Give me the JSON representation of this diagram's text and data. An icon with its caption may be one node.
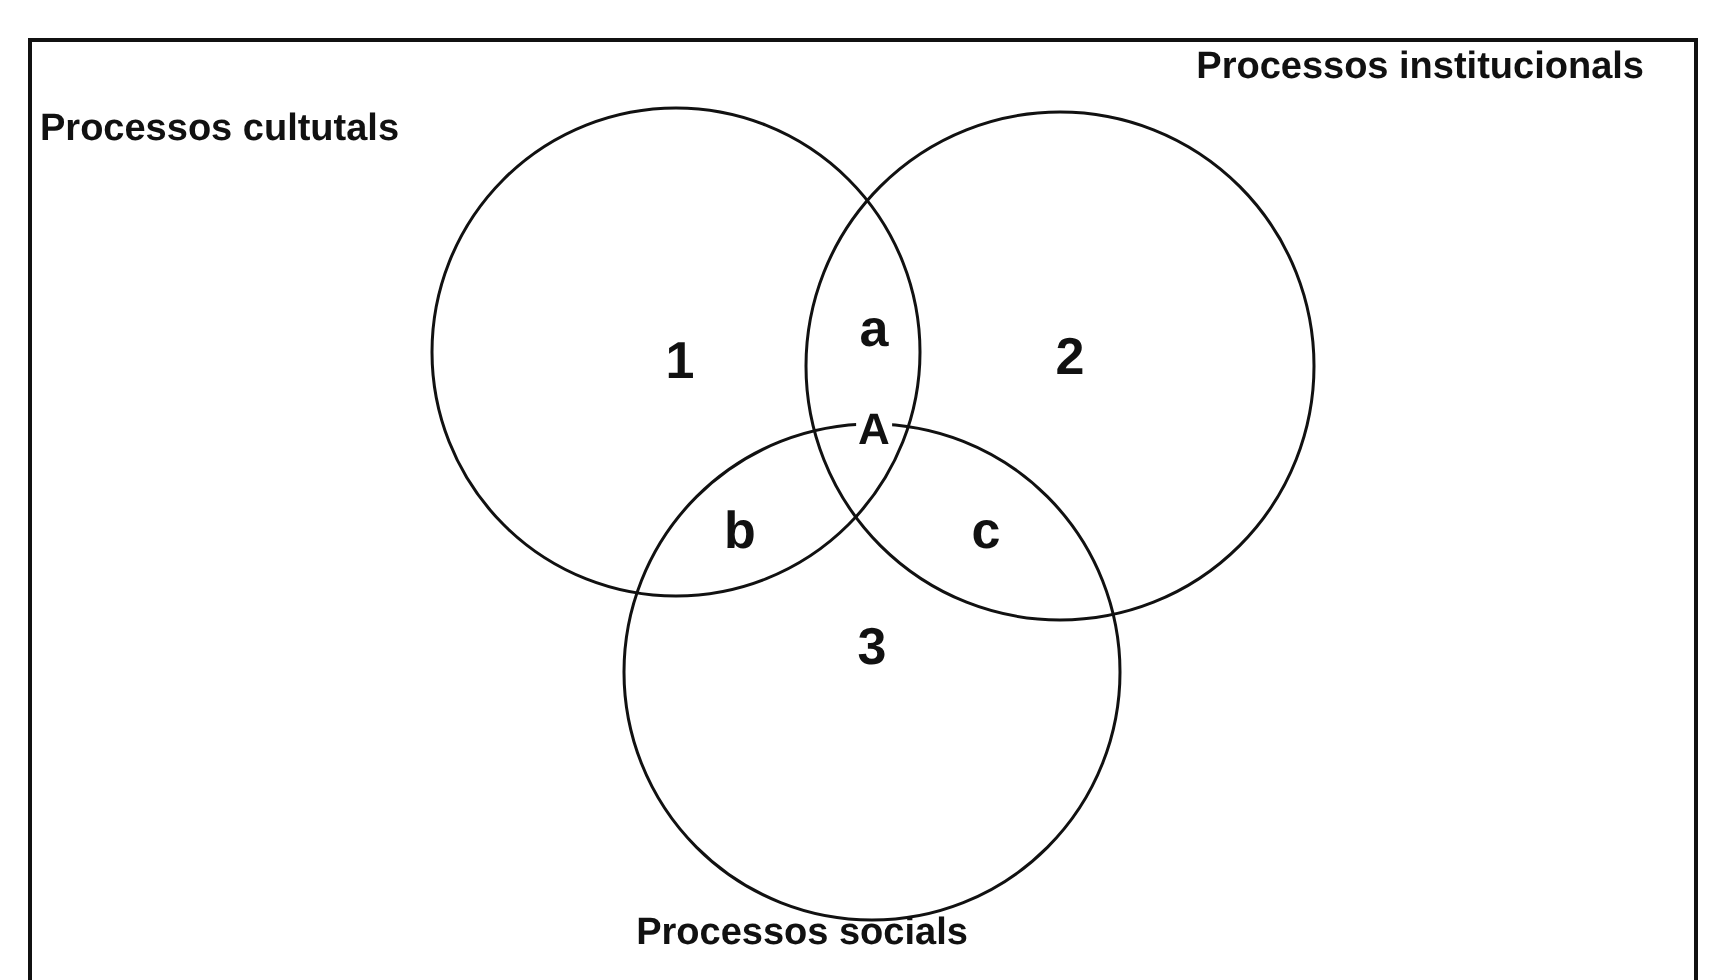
{
  "diagram": {
    "nodes": [
      {
        "text": [
          "Processos cultutals",
          "1"
        ]
      },
      {
        "text": [
          "Processos institucionals",
          "2"
        ]
      },
      {
        "text": [
          "3",
          "Processos socials"
        ]
      }
    ],
    "labels": [
      "a",
      "A",
      "b",
      "c"
    ]
  }
}
